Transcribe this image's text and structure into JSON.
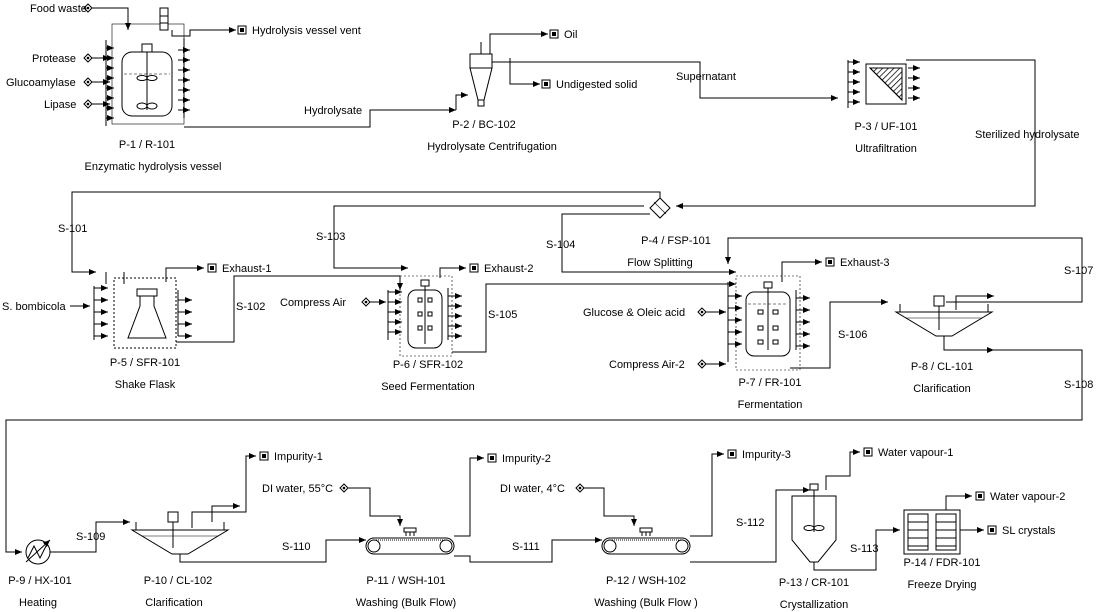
{
  "inputs": {
    "food_waste": "Food waste",
    "protease": "Protease",
    "glucoamylase": "Glucoamylase",
    "lipase": "Lipase",
    "s_bombicola": "S. bombicola",
    "compress_air": "Compress Air",
    "glucose_oleic": "Glucose & Oleic acid",
    "compress_air_2": "Compress Air-2",
    "di_water_55": "DI water, 55°C",
    "di_water_4": "DI water, 4°C"
  },
  "outputs": {
    "hydrolysis_vent": "Hydrolysis vessel vent",
    "oil": "Oil",
    "undigested_solid": "Undigested solid",
    "exhaust_1": "Exhaust-1",
    "exhaust_2": "Exhaust-2",
    "exhaust_3": "Exhaust-3",
    "impurity_1": "Impurity-1",
    "impurity_2": "Impurity-2",
    "impurity_3": "Impurity-3",
    "water_vapour_1": "Water vapour-1",
    "water_vapour_2": "Water vapour-2",
    "sl_crystals": "SL crystals"
  },
  "streams": {
    "hydrolysate": "Hydrolysate",
    "supernatant": "Supernatant",
    "sterilized_hydrolysate": "Sterilized hydrolysate",
    "s101": "S-101",
    "s102": "S-102",
    "s103": "S-103",
    "s104": "S-104",
    "s105": "S-105",
    "s106": "S-106",
    "s107": "S-107",
    "s108": "S-108",
    "s109": "S-109",
    "s110": "S-110",
    "s111": "S-111",
    "s112": "S-112",
    "s113": "S-113"
  },
  "units": {
    "p1_id": "P-1 / R-101",
    "p1_name": "Enzymatic hydrolysis vessel",
    "p2_id": "P-2 / BC-102",
    "p2_name": "Hydrolysate Centrifugation",
    "p3_id": "P-3 / UF-101",
    "p3_name": "Ultrafiltration",
    "p4_id": "P-4 / FSP-101",
    "p4_name": "Flow Splitting",
    "p5_id": "P-5 / SFR-101",
    "p5_name": "Shake Flask",
    "p6_id": "P-6 / SFR-102",
    "p6_name": "Seed Fermentation",
    "p7_id": "P-7 / FR-101",
    "p7_name": "Fermentation",
    "p8_id": "P-8 / CL-101",
    "p8_name": "Clarification",
    "p9_id": "P-9 / HX-101",
    "p9_name": "Heating",
    "p10_id": "P-10 / CL-102",
    "p10_name": "Clarification",
    "p11_id": "P-11 / WSH-101",
    "p11_name": "Washing (Bulk Flow)",
    "p12_id": "P-12 / WSH-102",
    "p12_name": "Washing (Bulk Flow )",
    "p13_id": "P-13 / CR-101",
    "p13_name": "Crystallization",
    "p14_id": "P-14 / FDR-101",
    "p14_name": "Freeze Drying"
  }
}
